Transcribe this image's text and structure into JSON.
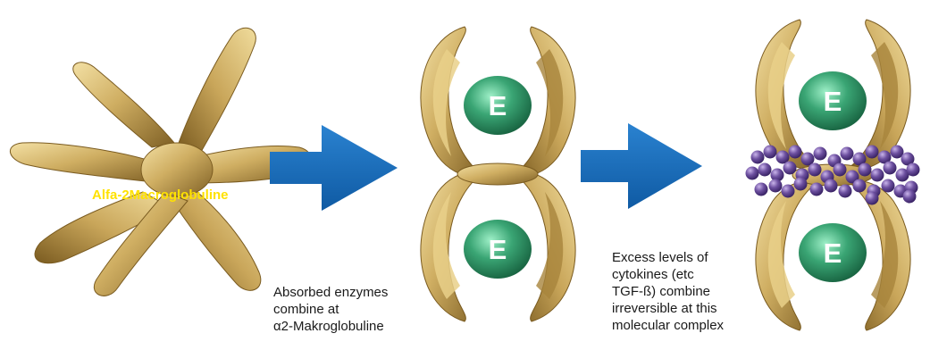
{
  "molecule_label": "Alfa-2Macroglobuline",
  "enzyme_symbol": "E",
  "caption_step1": {
    "lines": [
      "Absorbed enzymes",
      "combine at",
      "α2-Makroglobuline"
    ]
  },
  "caption_step2": {
    "lines": [
      "Excess levels of",
      "cytokines (etc",
      "TGF-ß) combine",
      "irreversible at this",
      "molecular complex"
    ]
  },
  "colors": {
    "protein": "#c8a85a",
    "protein_dark": "#8c6c28",
    "arrow": "#1a6cb8",
    "enzyme": "#3a9a6c",
    "cytokine": "#6b4f9a",
    "label": "#ffe200"
  }
}
